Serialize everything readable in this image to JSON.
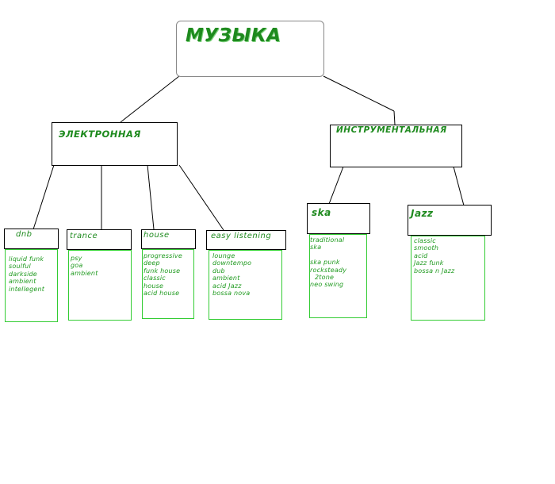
{
  "root": {
    "label": "МУЗЫКА"
  },
  "categories": [
    {
      "label": "ЭЛЕКТРОННАЯ",
      "genres": [
        {
          "label": "dnb",
          "items": [
            "liquid funk",
            "soulful",
            "darkside",
            "ambient",
            "intellegent"
          ]
        },
        {
          "label": "trance",
          "items": [
            "psy",
            "goa",
            "ambient"
          ]
        },
        {
          "label": "house",
          "items": [
            "progressive",
            "deep",
            "funk house",
            "classic",
            "house",
            "acid house"
          ]
        },
        {
          "label": "easy listening",
          "items": [
            "lounge",
            "downtempo",
            "dub",
            "ambient",
            "acid Jazz",
            "bossa nova"
          ]
        }
      ]
    },
    {
      "label": "ИНСТРУМЕНТАЛЬНАЯ",
      "genres": [
        {
          "label": "ska",
          "items": [
            "traditional",
            "ska",
            "",
            "ska punk",
            "rocksteady",
            "2tone",
            "neo swing"
          ]
        },
        {
          "label": "Jazz",
          "items": [
            "classic",
            "smooth",
            "acid",
            "Jazz funk",
            "bossa n Jazz"
          ]
        }
      ]
    }
  ],
  "colors": {
    "text": "#1e8a1e",
    "list_border": "#33cc33",
    "line": "#000000"
  }
}
